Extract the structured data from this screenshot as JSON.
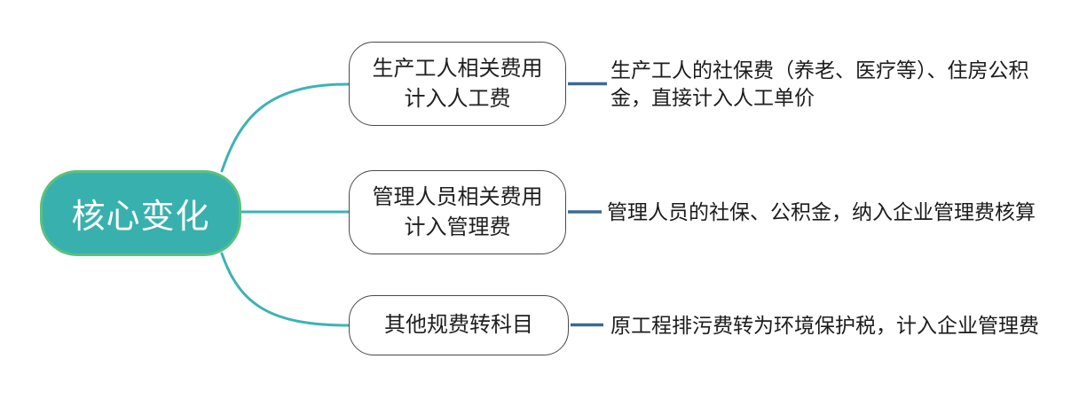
{
  "canvas": {
    "background": "#ffffff"
  },
  "colors": {
    "root_fill": "#38b1ae",
    "root_border": "#5ac17d",
    "root_text": "#ffffff",
    "branch_fill": "#ffffff",
    "branch_border": "#4a4a4a",
    "branch_text": "#1f1f1f",
    "branch_curve": "#3cb3b6",
    "note_connector": "#3a6b92",
    "note_text": "#1c1c1c"
  },
  "root": {
    "label": "核心变化"
  },
  "branches": [
    {
      "label": "生产工人相关费用\n计入人工费",
      "note": "生产工人的社保费（养老、医疗等）、住房公积金，直接计入人工单价"
    },
    {
      "label": "管理人员相关费用\n计入管理费",
      "note": "管理人员的社保、公积金，纳入企业管理费核算"
    },
    {
      "label": "其他规费转科目",
      "note": "原工程排污费转为环境保护税，计入企业管理费"
    }
  ]
}
